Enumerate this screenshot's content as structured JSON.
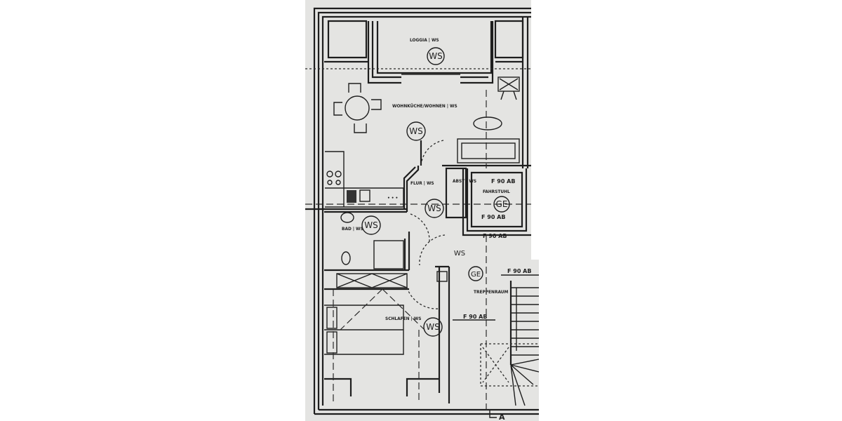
{
  "plan": {
    "rooms": [
      {
        "name": "LOGGIA | WS",
        "zone": "WS"
      },
      {
        "name": "WOHNKÜCHE/WOHNEN | WS",
        "zone": "WS"
      },
      {
        "name": "FLUR | WS",
        "zone": "WS"
      },
      {
        "name": "ABST | WS"
      },
      {
        "name": "FAHRSTUHL",
        "zone": "GE"
      },
      {
        "name": "BAD | WS",
        "zone": "WS"
      },
      {
        "name": "SCHLAFEN | WS",
        "zone": "WS"
      },
      {
        "name": "TREPPENRAUM",
        "zone": "GE"
      }
    ],
    "fire_labels": [
      "F 90 AB",
      "F 90 AB",
      "F 90 AB",
      "F 90 AB",
      "F 90 AB"
    ],
    "corridor_zone": "WS",
    "section_marker": "A",
    "colors": {
      "paper": "#e4e4e2",
      "ink": "#1e1e1e"
    }
  }
}
